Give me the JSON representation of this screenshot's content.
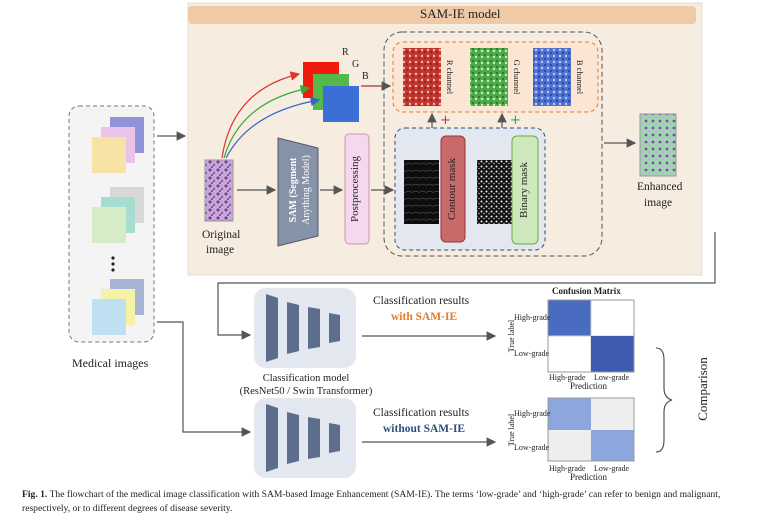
{
  "model_title": "SAM-IE model",
  "medical_images_label": "Medical images",
  "original_image_label": [
    "Original",
    "image"
  ],
  "sam_label": [
    "SAM (Segment",
    "Anything Model)"
  ],
  "postprocessing_label": "Postprocessing",
  "contour_mask_label": "Contour mask",
  "binary_mask_label": "Binary mask",
  "rgb_letters": [
    "R",
    "G",
    "B"
  ],
  "channels": [
    "R channel",
    "G channel",
    "B channel"
  ],
  "enhanced_image_label": [
    "Enhanced",
    "image"
  ],
  "classification_model_label": [
    "Classification model",
    "(ResNet50 / Swin Transformer)"
  ],
  "results_with": {
    "line1": "Classification results",
    "line2": "with SAM-IE"
  },
  "results_without": {
    "line1": "Classification results",
    "line2": "without SAM-IE"
  },
  "confusion_title": "Confusion Matrix",
  "cm_rows": [
    "High-grade",
    "Low-grade"
  ],
  "cm_cols": [
    "High-grade",
    "Low-grade"
  ],
  "true_label": "True label",
  "prediction_label": "Prediction",
  "comparison_label": "Comparison",
  "caption": {
    "fig": "Fig. 1.",
    "text": "The flowchart of the medical image classification with SAM-based Image Enhancement (SAM-IE). The terms ‘low-grade’ and ‘high-grade’ can refer to benign and malignant, respectively, or to different degrees of disease severity."
  },
  "colors": {
    "model_bg": "#f7ece0",
    "title_bar": "#f0c9a6",
    "accent_orange": "#e07b2a",
    "accent_blue": "#2f4f7a",
    "cm_with_dark": "#4a6cc0",
    "cm_without_mid": "#8da6dd"
  }
}
